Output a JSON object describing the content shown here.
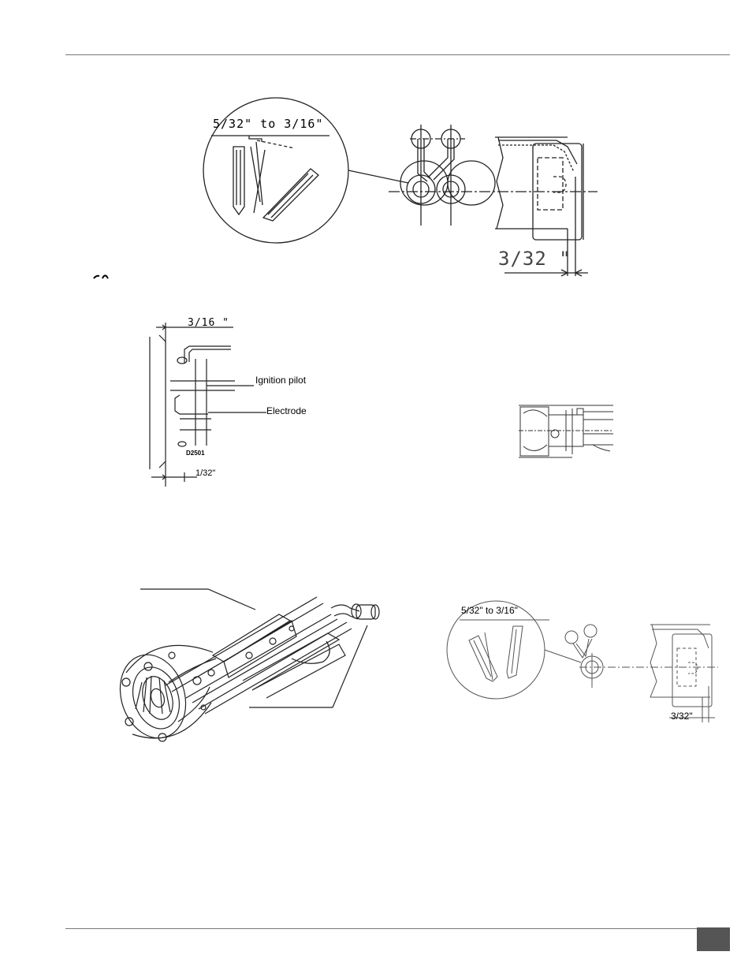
{
  "figure_top": {
    "detail_gap": "5/32\" to 3/16\"",
    "offset": "3/32 \""
  },
  "figure_left": {
    "top_dim": "3/16 \"",
    "pilot_label": "Ignition pilot",
    "electrode_label": "Electrode",
    "part_code": "D2501",
    "bottom_dim": "1/32\""
  },
  "figure_bottom_right": {
    "detail_gap": "5/32\" to 3/16\"",
    "offset": "3/32\""
  },
  "page": {
    "page_number": ""
  }
}
